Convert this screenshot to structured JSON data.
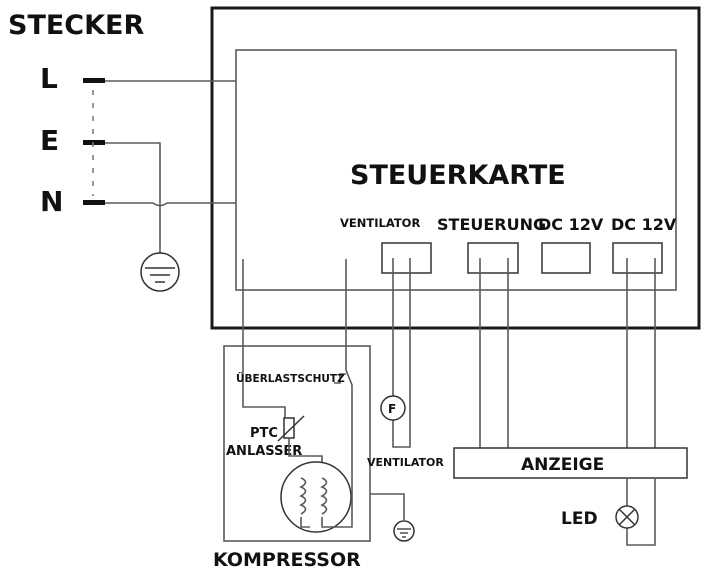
{
  "plug": {
    "title": "STECKER",
    "l": "L",
    "e": "E",
    "n": "N"
  },
  "board": {
    "title": "STEUERKARTE"
  },
  "connectors": {
    "fan": "VENTILATOR",
    "control": "STEUERUNG",
    "dc1": "DC 12V",
    "dc2": "DC 12V"
  },
  "compressor": {
    "overload": "ÜBERLASTSCHUTZ",
    "ptc": "PTC",
    "starter": "ANLASSER",
    "title": "KOMPRESSOR"
  },
  "fan_unit": {
    "symbol": "F",
    "label": "VENTILATOR"
  },
  "display": {
    "label": "ANZEIGE"
  },
  "led": {
    "label": "LED"
  }
}
